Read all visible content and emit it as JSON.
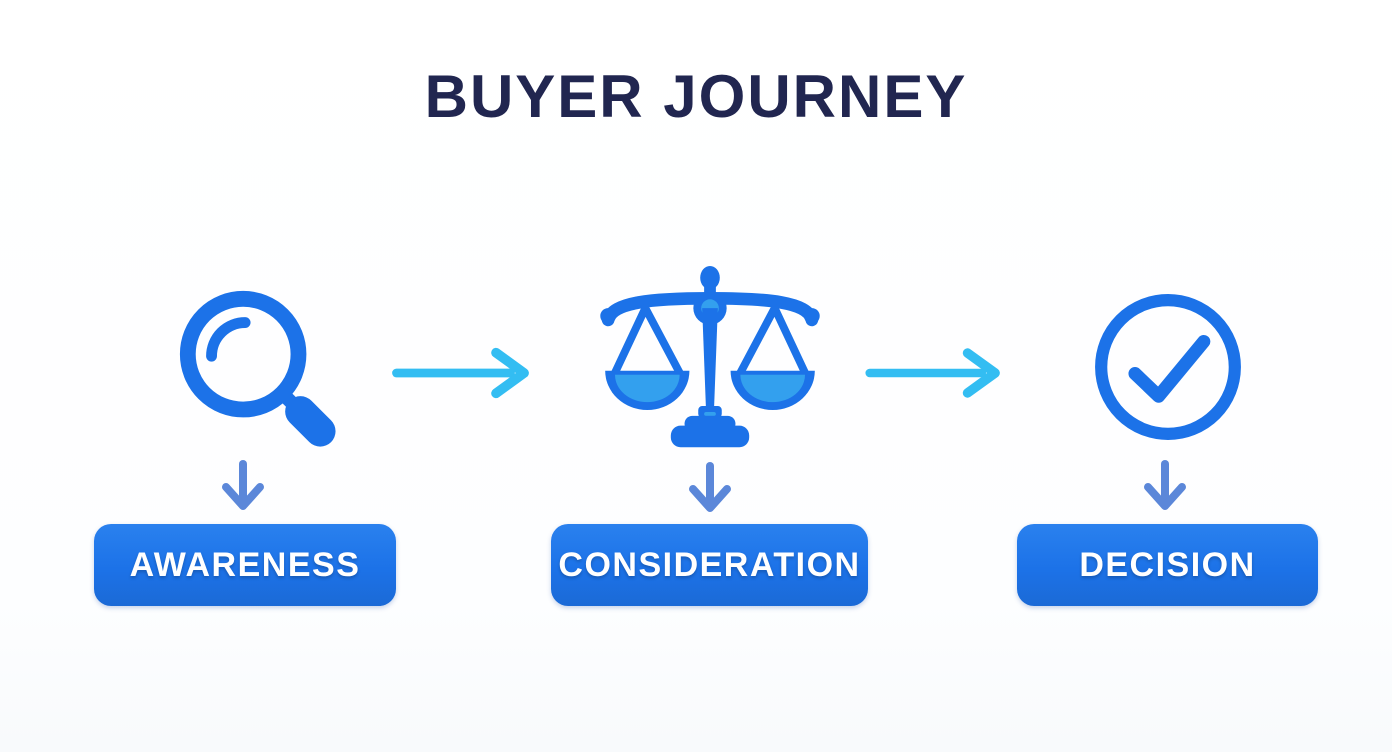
{
  "title": "BUYER JOURNEY",
  "colors": {
    "primary": "#1c72e8",
    "light": "#33a0ee",
    "cyan": "#33bdf2",
    "down": "#5b87d9",
    "title": "#212650"
  },
  "stages": [
    {
      "id": "awareness",
      "label": "AWARENESS",
      "icon": "magnifier-icon"
    },
    {
      "id": "consideration",
      "label": "CONSIDERATION",
      "icon": "scales-icon"
    },
    {
      "id": "decision",
      "label": "DECISION",
      "icon": "check-circle-icon"
    }
  ],
  "connectors": {
    "horizontal_arrows": 2,
    "down_arrows": 3
  }
}
